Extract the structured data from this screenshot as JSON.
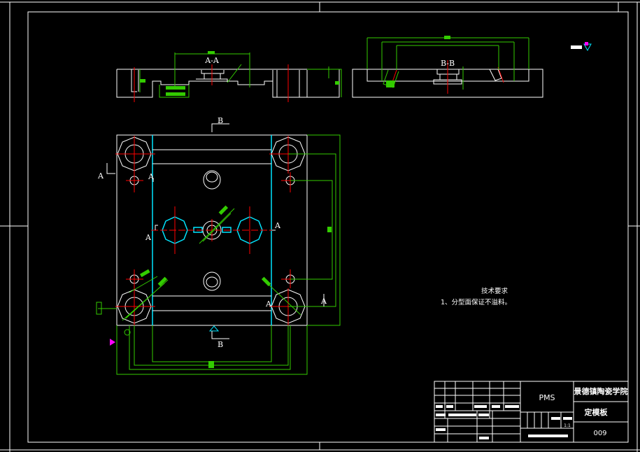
{
  "drawing": {
    "section_aa_label": "A-A",
    "section_bb_label": "B-B",
    "cut_a": "A",
    "cut_b": "B",
    "colors": {
      "outline": "#ffffff",
      "center": "#ff0000",
      "hidden": "#00e5ff",
      "dimension": "#33cc00"
    }
  },
  "notes": {
    "title": "技术要求",
    "items": [
      "1、分型面保证不溢料。"
    ]
  },
  "title_block": {
    "designer_mark": "PMS",
    "school": "景德镇陶瓷学院",
    "part_name": "定模板",
    "drawing_no": "009",
    "scale": "1:1"
  }
}
